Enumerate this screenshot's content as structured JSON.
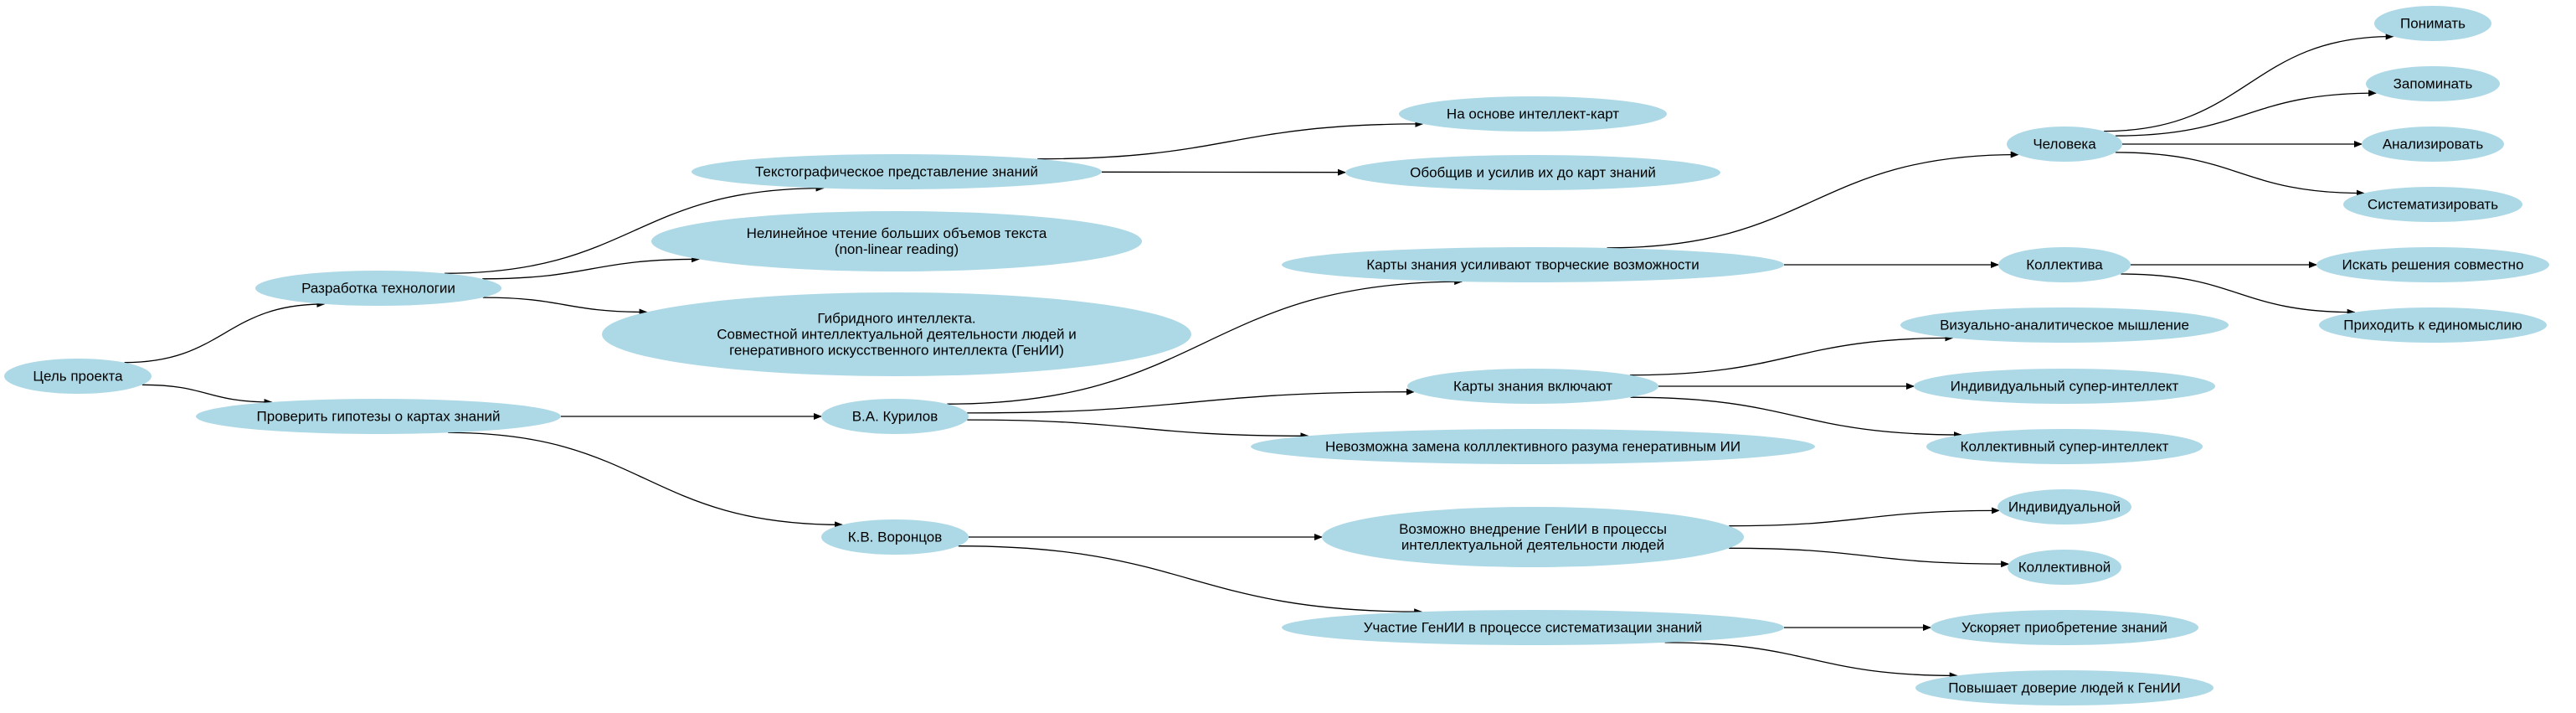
{
  "colors": {
    "node_fill": "#add8e6",
    "edge": "#000000",
    "background": "#ffffff"
  },
  "nodes": {
    "n_goal": [
      "Цель проекта"
    ],
    "n_tech": [
      "Разработка технологии"
    ],
    "n_hyp": [
      "Проверить гипотезы о картах знаний"
    ],
    "n_texto": [
      "Текстографическое представление знаний"
    ],
    "n_nonlin": [
      "Нелинейное чтение больших объемов текста",
      "(non-linear reading)"
    ],
    "n_hybrid": [
      "Гибридного интеллекта.",
      "Совместной интеллектуальной деятельности людей и",
      "генеративного искусственного интеллекта (ГенИИ)"
    ],
    "n_kurilov": [
      "В.А. Курилов"
    ],
    "n_voron": [
      "К.В. Воронцов"
    ],
    "n_intmaps": [
      "На основе интеллект-карт"
    ],
    "n_general": [
      "Обобщив и усилив их до карт знаний"
    ],
    "n_creative": [
      "Карты знания усиливают творческие возможности"
    ],
    "n_include": [
      "Карты знания включают"
    ],
    "n_noreplace": [
      "Невозможна замена колллективного разума генеративным ИИ"
    ],
    "n_possible": [
      "Возможно внедрение ГенИИ в процессы",
      "интеллектуальной деятельности людей"
    ],
    "n_particip": [
      "Участие ГенИИ в процессе систематизации знаний"
    ],
    "n_human": [
      "Человека"
    ],
    "n_collective": [
      "Коллектива"
    ],
    "n_visual": [
      "Визуально-аналитическое мышление"
    ],
    "n_indsuper": [
      "Индивидуальный супер-интеллект"
    ],
    "n_colsuper": [
      "Коллективный супер-интеллект"
    ],
    "n_individual": [
      "Индивидуальной"
    ],
    "n_collectiveAdj": [
      "Коллективной"
    ],
    "n_accel": [
      "Ускоряет приобретение знаний"
    ],
    "n_trust": [
      "Повышает доверие людей к ГенИИ"
    ],
    "n_understand": [
      "Понимать"
    ],
    "n_remember": [
      "Запоминать"
    ],
    "n_analyze": [
      "Анализировать"
    ],
    "n_systematize": [
      "Систематизировать"
    ],
    "n_seek": [
      "Искать решения совместно"
    ],
    "n_consensus": [
      "Приходить к единомыслию"
    ]
  },
  "edges": [
    [
      "n_goal",
      "n_tech"
    ],
    [
      "n_goal",
      "n_hyp"
    ],
    [
      "n_tech",
      "n_texto"
    ],
    [
      "n_tech",
      "n_nonlin"
    ],
    [
      "n_tech",
      "n_hybrid"
    ],
    [
      "n_hyp",
      "n_kurilov"
    ],
    [
      "n_hyp",
      "n_voron"
    ],
    [
      "n_texto",
      "n_intmaps"
    ],
    [
      "n_texto",
      "n_general"
    ],
    [
      "n_kurilov",
      "n_creative"
    ],
    [
      "n_kurilov",
      "n_include"
    ],
    [
      "n_kurilov",
      "n_noreplace"
    ],
    [
      "n_voron",
      "n_possible"
    ],
    [
      "n_voron",
      "n_particip"
    ],
    [
      "n_creative",
      "n_human"
    ],
    [
      "n_creative",
      "n_collective"
    ],
    [
      "n_include",
      "n_visual"
    ],
    [
      "n_include",
      "n_indsuper"
    ],
    [
      "n_include",
      "n_colsuper"
    ],
    [
      "n_possible",
      "n_individual"
    ],
    [
      "n_possible",
      "n_collectiveAdj"
    ],
    [
      "n_particip",
      "n_accel"
    ],
    [
      "n_particip",
      "n_trust"
    ],
    [
      "n_human",
      "n_understand"
    ],
    [
      "n_human",
      "n_remember"
    ],
    [
      "n_human",
      "n_analyze"
    ],
    [
      "n_human",
      "n_systematize"
    ],
    [
      "n_collective",
      "n_seek"
    ],
    [
      "n_collective",
      "n_consensus"
    ]
  ]
}
